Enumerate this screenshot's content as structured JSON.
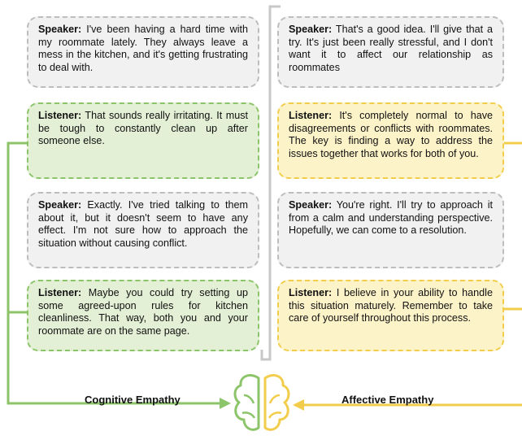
{
  "left_column": [
    {
      "role": "Speaker:",
      "text": "I've been having a hard time with my roommate lately. They always leave a mess in the kitchen, and it's getting frustrating to deal with.",
      "kind": "speaker"
    },
    {
      "role": "Listener:",
      "text": "That sounds really irritating. It must be tough to constantly clean up after someone else.",
      "kind": "cognitive"
    },
    {
      "role": "Speaker:",
      "text": "Exactly. I've tried talking to them about it, but it doesn't seem to have any effect. I'm not sure how to approach the situation without causing conflict.",
      "kind": "speaker"
    },
    {
      "role": "Listener:",
      "text": "Maybe you could try setting up some agreed-upon rules for kitchen cleanliness. That way, both you and your roommate are on the same page.",
      "kind": "cognitive"
    }
  ],
  "right_column": [
    {
      "role": "Speaker:",
      "text": "That's a good idea. I'll give that a try. It's just been really stressful, and I don't want it to affect our relationship as roommates",
      "kind": "speaker"
    },
    {
      "role": "Listener:",
      "text": "It's completely normal to have disagreements or conflicts with roommates. The key is finding a way to address the issues together that works for both of you.",
      "kind": "affective"
    },
    {
      "role": "Speaker:",
      "text": "You're right. I'll try to approach it from a calm and understanding perspective. Hopefully, we can come to a resolution.",
      "kind": "speaker"
    },
    {
      "role": "Listener:",
      "text": "I believe in your ability to handle this situation maturely. Remember to take care of yourself throughout this process.",
      "kind": "affective"
    }
  ],
  "labels": {
    "cognitive": "Cognitive Empathy",
    "affective": "Affective Empathy"
  },
  "colors": {
    "speaker_fill": "#f1f1f1",
    "speaker_border": "#bdbdbd",
    "cognitive_fill": "#e3f0d6",
    "cognitive_border": "#8cc46a",
    "affective_fill": "#fdf3c9",
    "affective_border": "#f2cd4b",
    "wire": "#c8c8c8"
  },
  "icon": "brain-icon"
}
